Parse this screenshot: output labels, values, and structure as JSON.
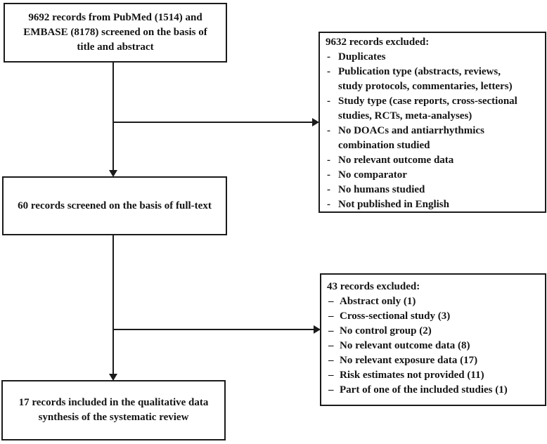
{
  "flow": {
    "box_screening": {
      "text": "9692 records from PubMed (1514) and\nEMBASE (8178) screened on the basis of\ntitle and abstract"
    },
    "box_excluded_title_abstract": {
      "title": "9632 records excluded:",
      "items": [
        {
          "dash": "-",
          "text": "Duplicates"
        },
        {
          "dash": "-",
          "text": "Publication type (abstracts, reviews,\nstudy protocols, commentaries, letters)"
        },
        {
          "dash": "-",
          "text": "Study type (case reports, cross-sectional\nstudies, RCTs, meta-analyses)"
        },
        {
          "dash": "-",
          "text": "No DOACs and antiarrhythmics\ncombination studied"
        },
        {
          "dash": "-",
          "text": "No relevant outcome data"
        },
        {
          "dash": "-",
          "text": "No comparator"
        },
        {
          "dash": "-",
          "text": "No humans studied"
        },
        {
          "dash": "-",
          "text": "Not published in English"
        }
      ]
    },
    "box_fulltext": {
      "text": "60 records screened on the basis of full-text"
    },
    "box_excluded_fulltext": {
      "title": "43 records excluded:",
      "items": [
        {
          "dash": "–",
          "text": "Abstract only (1)"
        },
        {
          "dash": "–",
          "text": "Cross-sectional study (3)"
        },
        {
          "dash": "–",
          "text": "No control group (2)"
        },
        {
          "dash": "–",
          "text": "No relevant outcome data (8)"
        },
        {
          "dash": "–",
          "text": "No relevant exposure data (17)"
        },
        {
          "dash": "–",
          "text": "Risk estimates not provided (11)"
        },
        {
          "dash": "–",
          "text": "Part of one of the included studies (1)"
        }
      ]
    },
    "box_included": {
      "text": "17 records included in the qualitative data\nsynthesis of the systematic review"
    },
    "colors": {
      "box_border": "#1b1b1b",
      "text": "#141414",
      "background": "#ffffff"
    }
  }
}
